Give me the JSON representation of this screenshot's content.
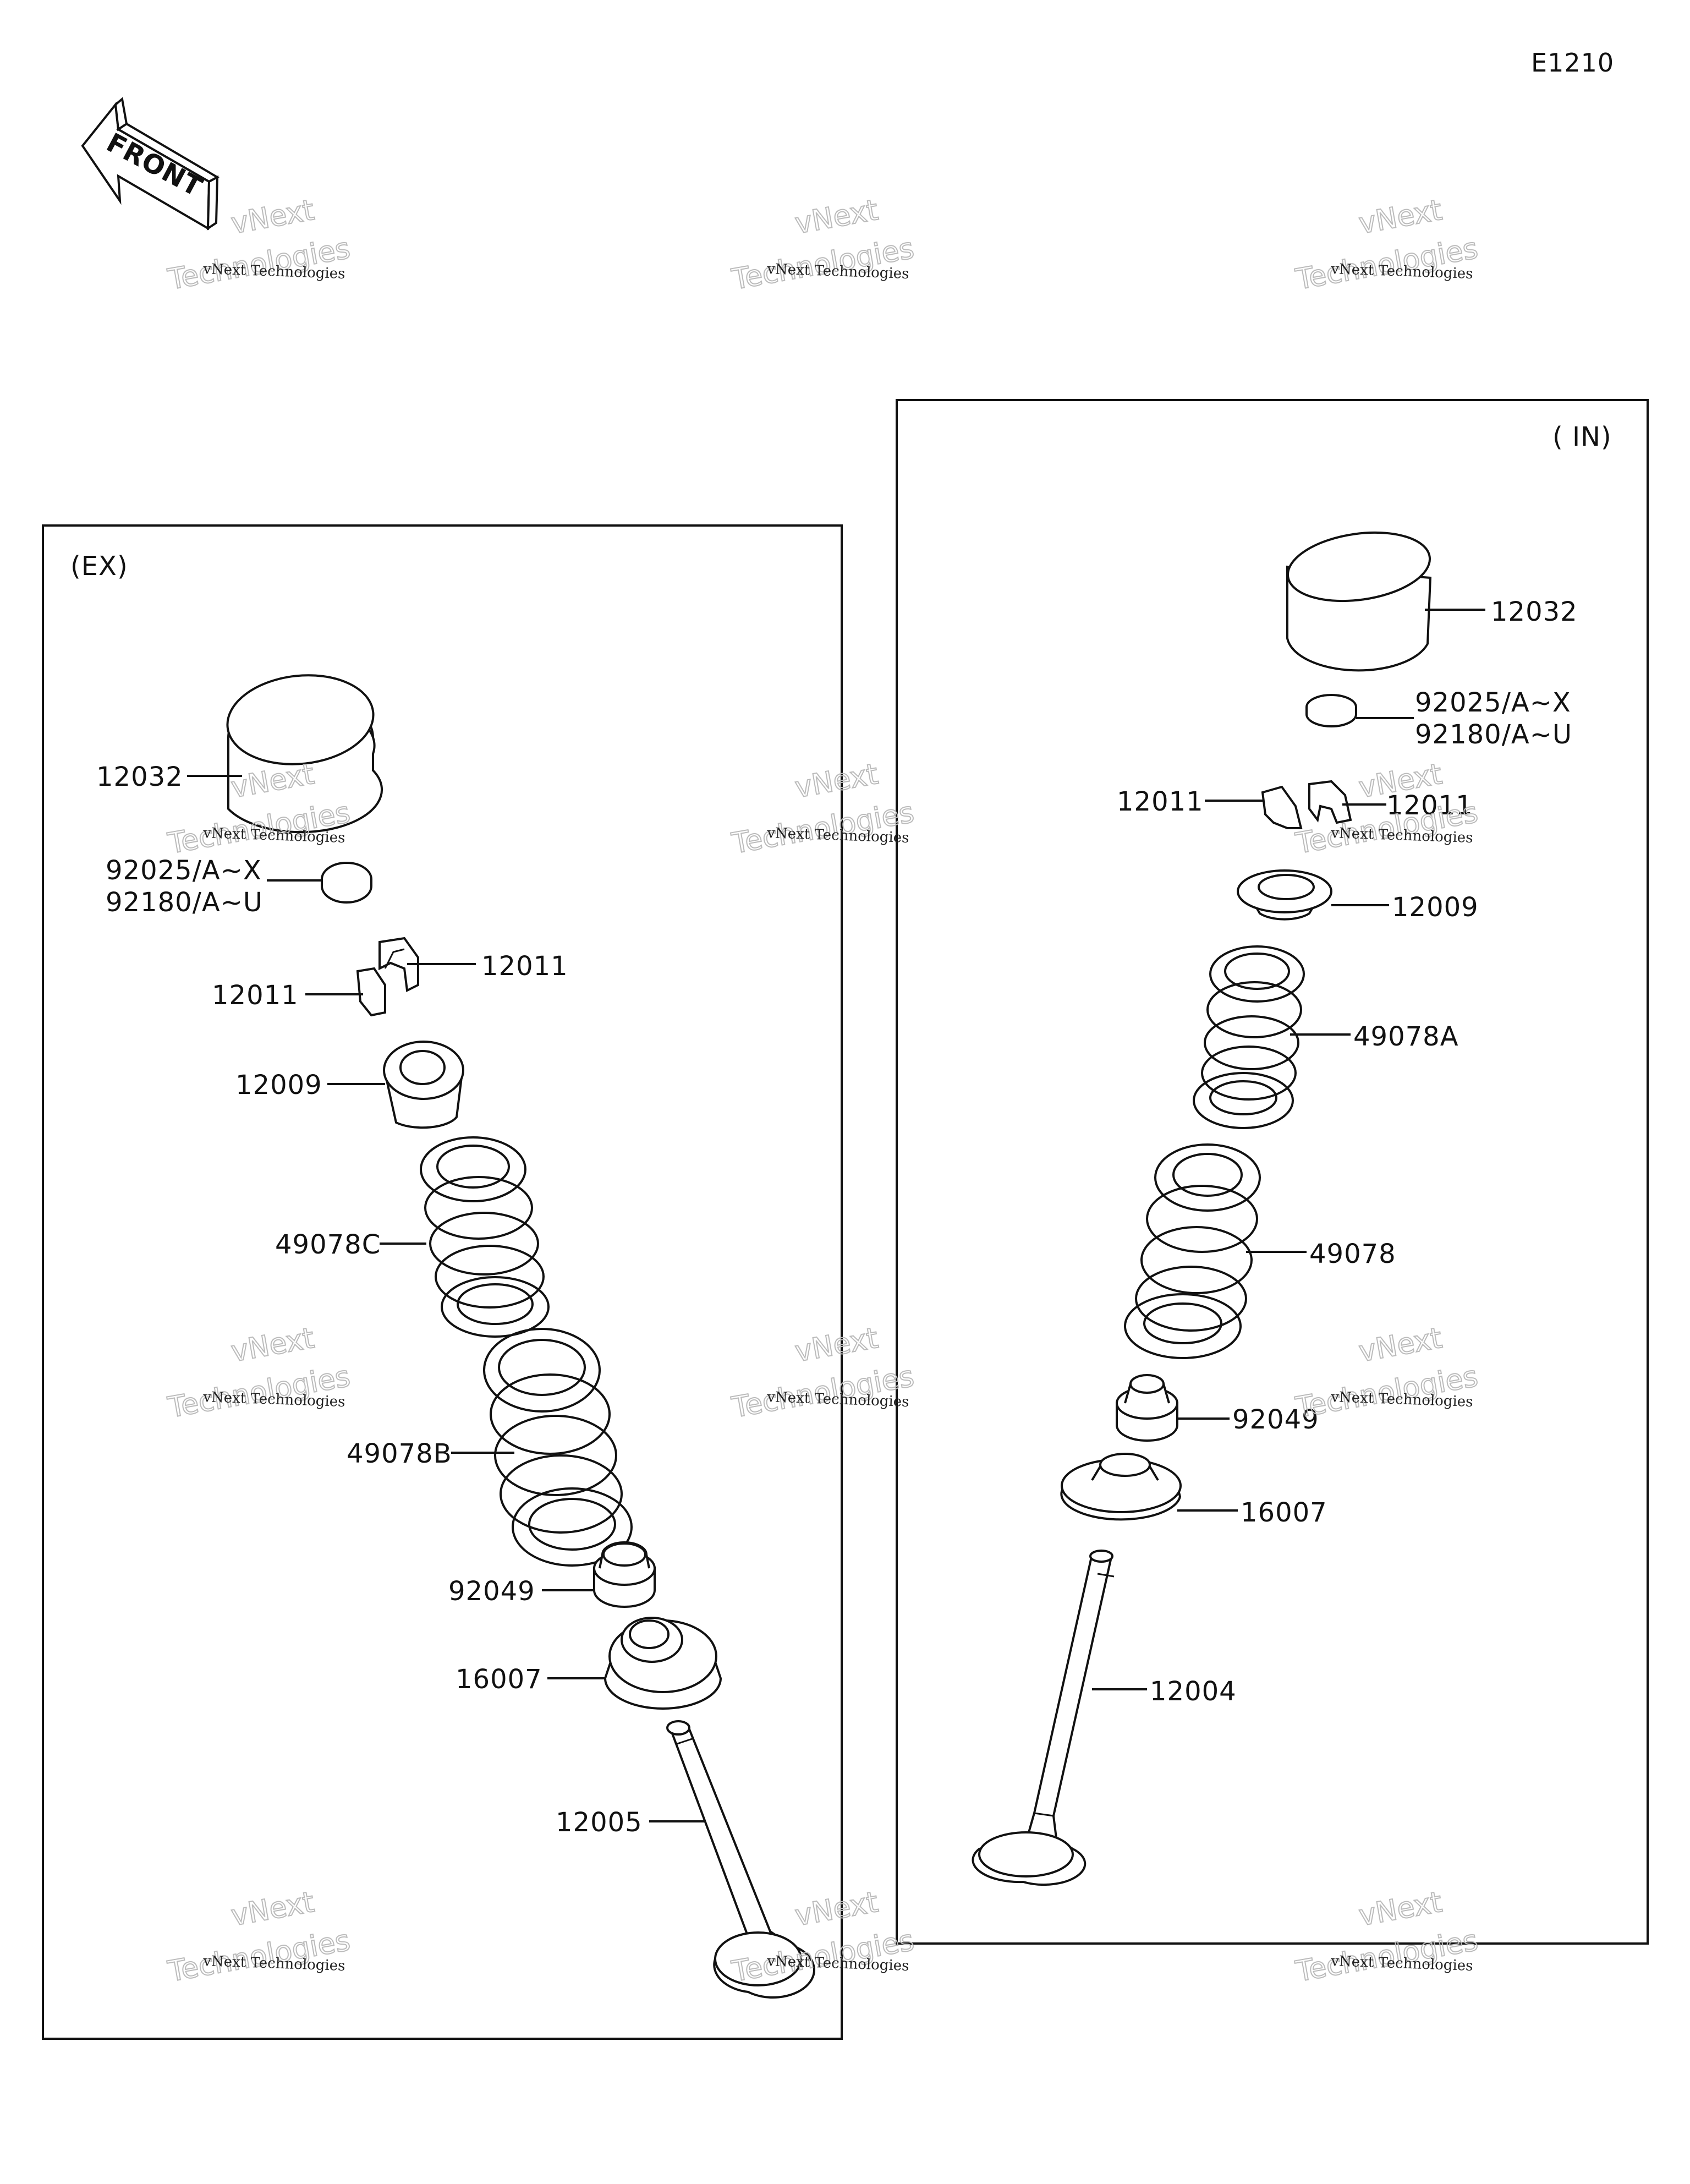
{
  "diagram_code": "E1210",
  "front_arrow_label": "FRONT",
  "panels": {
    "ex": {
      "title": "(EX)"
    },
    "in": {
      "title": "( IN)"
    }
  },
  "ex_labels": {
    "p12032": "12032",
    "p92025": "92025/A~X",
    "p92180": "92180/A~U",
    "p12011_right": "12011",
    "p12011_left": "12011",
    "p12009": "12009",
    "p49078C": "49078C",
    "p49078B": "49078B",
    "p92049": "92049",
    "p16007": "16007",
    "p12005": "12005"
  },
  "in_labels": {
    "p12032": "12032",
    "p92025": "92025/A~X",
    "p92180": "92180/A~U",
    "p12011_left": "12011",
    "p12011_right": "12011",
    "p12009": "12009",
    "p49078A": "49078A",
    "p49078": "49078",
    "p92049": "92049",
    "p16007": "16007",
    "p12004": "12004"
  },
  "watermark": {
    "line_small": "vNext Technologies",
    "line_big_1": "vNext",
    "line_big_2": "Technologies"
  }
}
